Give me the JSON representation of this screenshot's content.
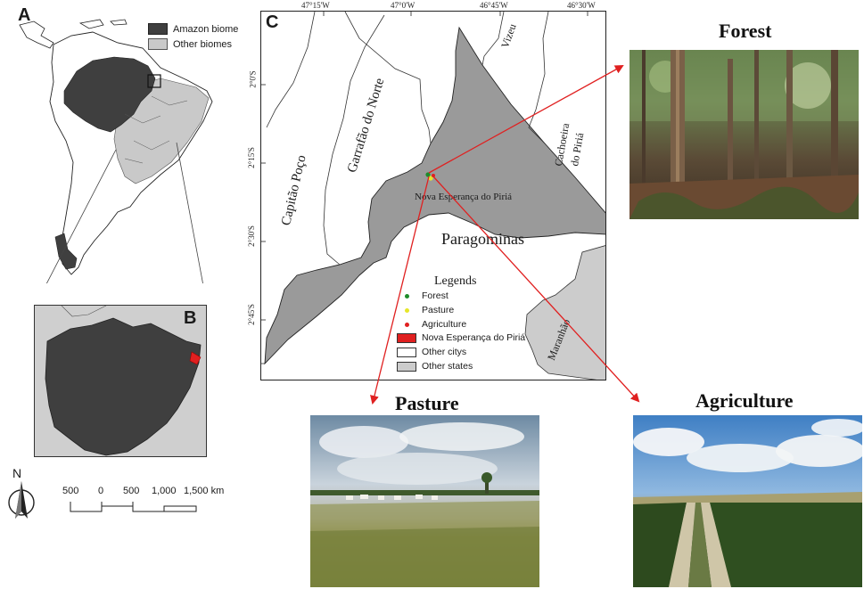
{
  "panels": {
    "a": "A",
    "b": "B",
    "c": "C"
  },
  "legend_a": {
    "amazon": "Amazon biome",
    "other": "Other biomes"
  },
  "colors": {
    "amazon": "#3f3f3f",
    "other_biomes": "#c9c9c9",
    "study_area": "#9a9a9a",
    "other_states": "#cccccc",
    "arrow": "#e02020",
    "forest_dot": "#1e8c2a",
    "pasture_dot": "#e6e629",
    "agri_dot": "#e02020"
  },
  "coords": {
    "top": [
      "47°15'W",
      "47°0'W",
      "46°45'W",
      "46°30'W"
    ],
    "left": [
      "2°0'S",
      "2°15'S",
      "2°30'S",
      "2°45'S"
    ]
  },
  "cities": {
    "vizeu": "Vizeu",
    "cachoeira_1": "Cachoeira",
    "cachoeira_2": "do Piriá",
    "garrafao": "Garrafão do Norte",
    "capitao": "Capitão Poço",
    "nova": "Nova Esperança do Piriá",
    "paragominas": "Paragominas",
    "maranhao": "Maranhão"
  },
  "legend_c": {
    "title": "Legends",
    "items": [
      {
        "label": "Forest",
        "icon": "green-dot"
      },
      {
        "label": "Pasture",
        "icon": "yellow-dot"
      },
      {
        "label": "Agriculture",
        "icon": "red-dot"
      },
      {
        "label": "Nova Esperança do Piriá",
        "icon": "red-swatch"
      },
      {
        "label": "Other citys",
        "icon": "white-swatch"
      },
      {
        "label": "Other states",
        "icon": "gray-swatch"
      }
    ]
  },
  "photos": {
    "forest": "Forest",
    "pasture": "Pasture",
    "agriculture": "Agriculture"
  },
  "north": "N",
  "scale": {
    "labels": [
      "500",
      "0",
      "500",
      "1,000",
      "1,500 km"
    ]
  }
}
